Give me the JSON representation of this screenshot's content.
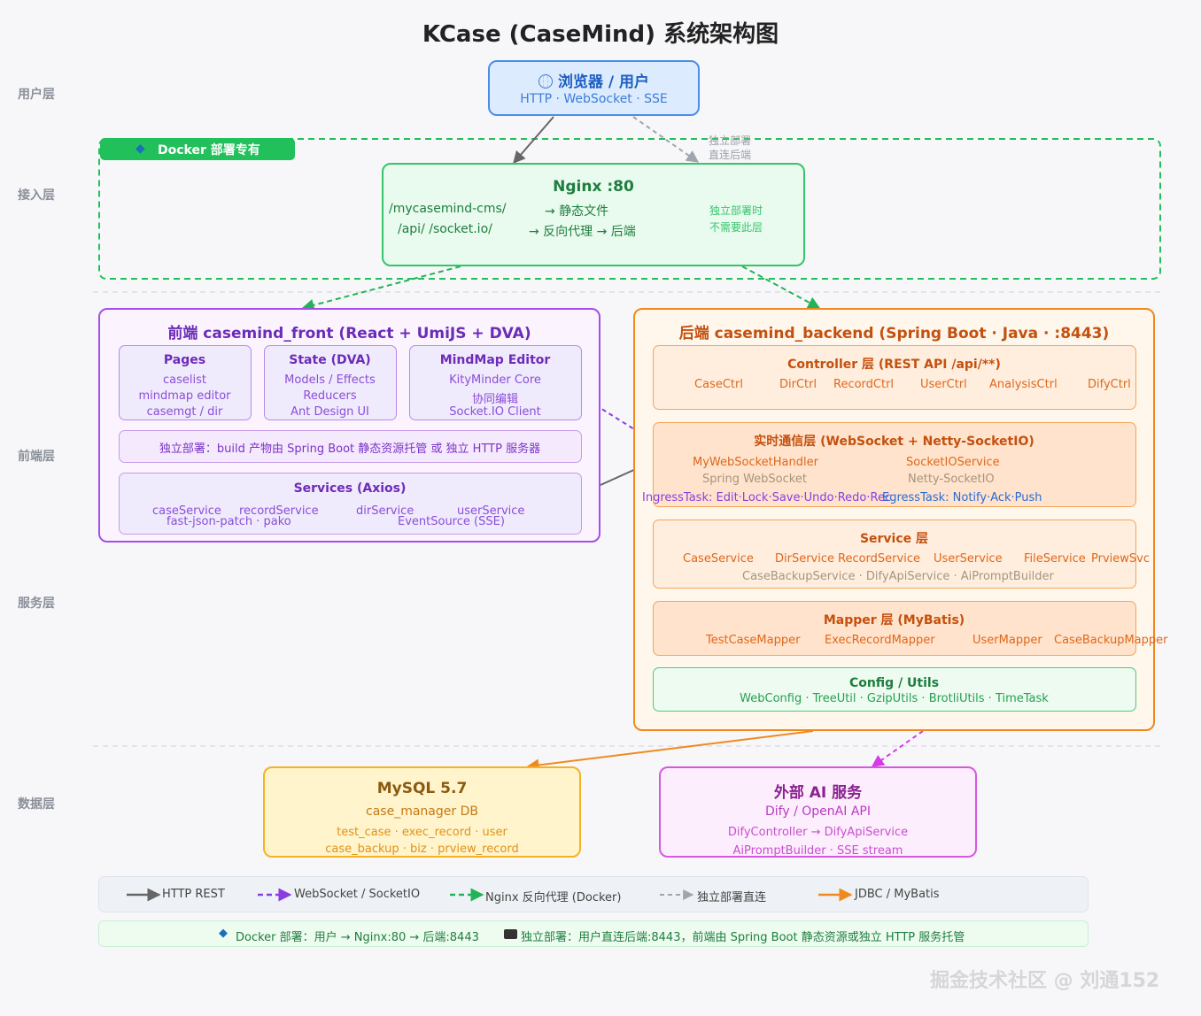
{
  "title": "KCase (CaseMind) 系统架构图",
  "layers": [
    "用户层",
    "接入层",
    "前端层",
    "服务层",
    "数据层"
  ],
  "browser": {
    "icon": "globe-icon",
    "title": "浏览器 / 用户",
    "subtitle": "HTTP · WebSocket · SSE"
  },
  "direct_note": [
    "独立部署",
    "直连后端"
  ],
  "docker": {
    "icon": "whale-icon",
    "label": "Docker 部署专有"
  },
  "nginx": {
    "title": "Nginx :80",
    "route1_path": "/mycasemind-cms/",
    "route1_target": "→ 静态文件",
    "route2_path": "/api/ /socket.io/",
    "route2_target": "→ 反向代理 → 后端",
    "note": [
      "独立部署时",
      "不需要此层"
    ]
  },
  "frontend": {
    "title": "前端 casemind_front (React + UmiJS + DVA)",
    "pages": {
      "title": "Pages",
      "lines": [
        "caselist",
        "mindmap editor",
        "casemgt / dir"
      ]
    },
    "state": {
      "title": "State (DVA)",
      "lines": [
        "Models / Effects",
        "Reducers",
        "Ant Design UI"
      ]
    },
    "mindmap": {
      "title": "MindMap Editor",
      "lines": [
        "KityMinder Core",
        "协同编辑",
        "Socket.IO Client"
      ]
    },
    "standalone": "独立部署：build 产物由 Spring Boot 静态资源托管 或 独立 HTTP 服务器",
    "services": {
      "title": "Services (Axios)",
      "items": [
        "caseService",
        "recordService",
        "dirService",
        "userService"
      ],
      "line2a": "fast-json-patch · pako",
      "line2b": "EventSource (SSE)"
    }
  },
  "backend": {
    "title": "后端 casemind_backend (Spring Boot · Java · :8443)",
    "controller": {
      "title": "Controller 层 (REST API /api/**)",
      "items": [
        "CaseCtrl",
        "DirCtrl",
        "RecordCtrl",
        "UserCtrl",
        "AnalysisCtrl",
        "DifyCtrl"
      ]
    },
    "realtime": {
      "title": "实时通信层 (WebSocket + Netty-SocketIO)",
      "left_name": "MyWebSocketHandler",
      "left_sub": "Spring WebSocket",
      "right_name": "SocketIOService",
      "right_sub": "Netty-SocketIO",
      "ingress": "IngressTask: Edit·Lock·Save·Undo·Redo·Rec",
      "egress": "EgressTask: Notify·Ack·Push"
    },
    "service": {
      "title": "Service 层",
      "items": [
        "CaseService",
        "DirService",
        "RecordService",
        "UserService",
        "FileService",
        "PrviewSvc"
      ],
      "line2": "CaseBackupService · DifyApiService · AiPromptBuilder"
    },
    "mapper": {
      "title": "Mapper 层 (MyBatis)",
      "items": [
        "TestCaseMapper",
        "ExecRecordMapper",
        "UserMapper",
        "CaseBackupMapper"
      ]
    },
    "config": {
      "title": "Config / Utils",
      "line": "WebConfig · TreeUtil · GzipUtils · BrotliUtils · TimeTask"
    }
  },
  "mysql": {
    "title": "MySQL 5.7",
    "subtitle": "case_manager DB",
    "line1": "test_case · exec_record · user",
    "line2": "case_backup · biz · prview_record"
  },
  "ai": {
    "title": "外部 AI 服务",
    "subtitle": "Dify / OpenAI API",
    "line1": "DifyController → DifyApiService",
    "line2": "AiPromptBuilder · SSE stream"
  },
  "legend": [
    {
      "label": "HTTP REST",
      "color": "#666666",
      "style": "solid"
    },
    {
      "label": "WebSocket / SocketIO",
      "color": "#8a3ee0",
      "style": "dashed"
    },
    {
      "label": "Nginx 反向代理 (Docker)",
      "color": "#22b357",
      "style": "dashed"
    },
    {
      "label": "独立部署直连",
      "color": "#a0a4ad",
      "style": "dashed"
    },
    {
      "label": "JDBC / MyBatis",
      "color": "#f08a1c",
      "style": "solid"
    }
  ],
  "footer": {
    "docker_icon": "whale-icon",
    "docker_text": "Docker 部署：用户 → Nginx:80 → 后端:8443",
    "laptop_icon": "laptop-icon",
    "standalone_text": "独立部署：用户直连后端:8443，前端由 Spring Boot 静态资源或独立 HTTP 服务托管"
  },
  "watermark": "掘金技术社区 @ 刘通152"
}
